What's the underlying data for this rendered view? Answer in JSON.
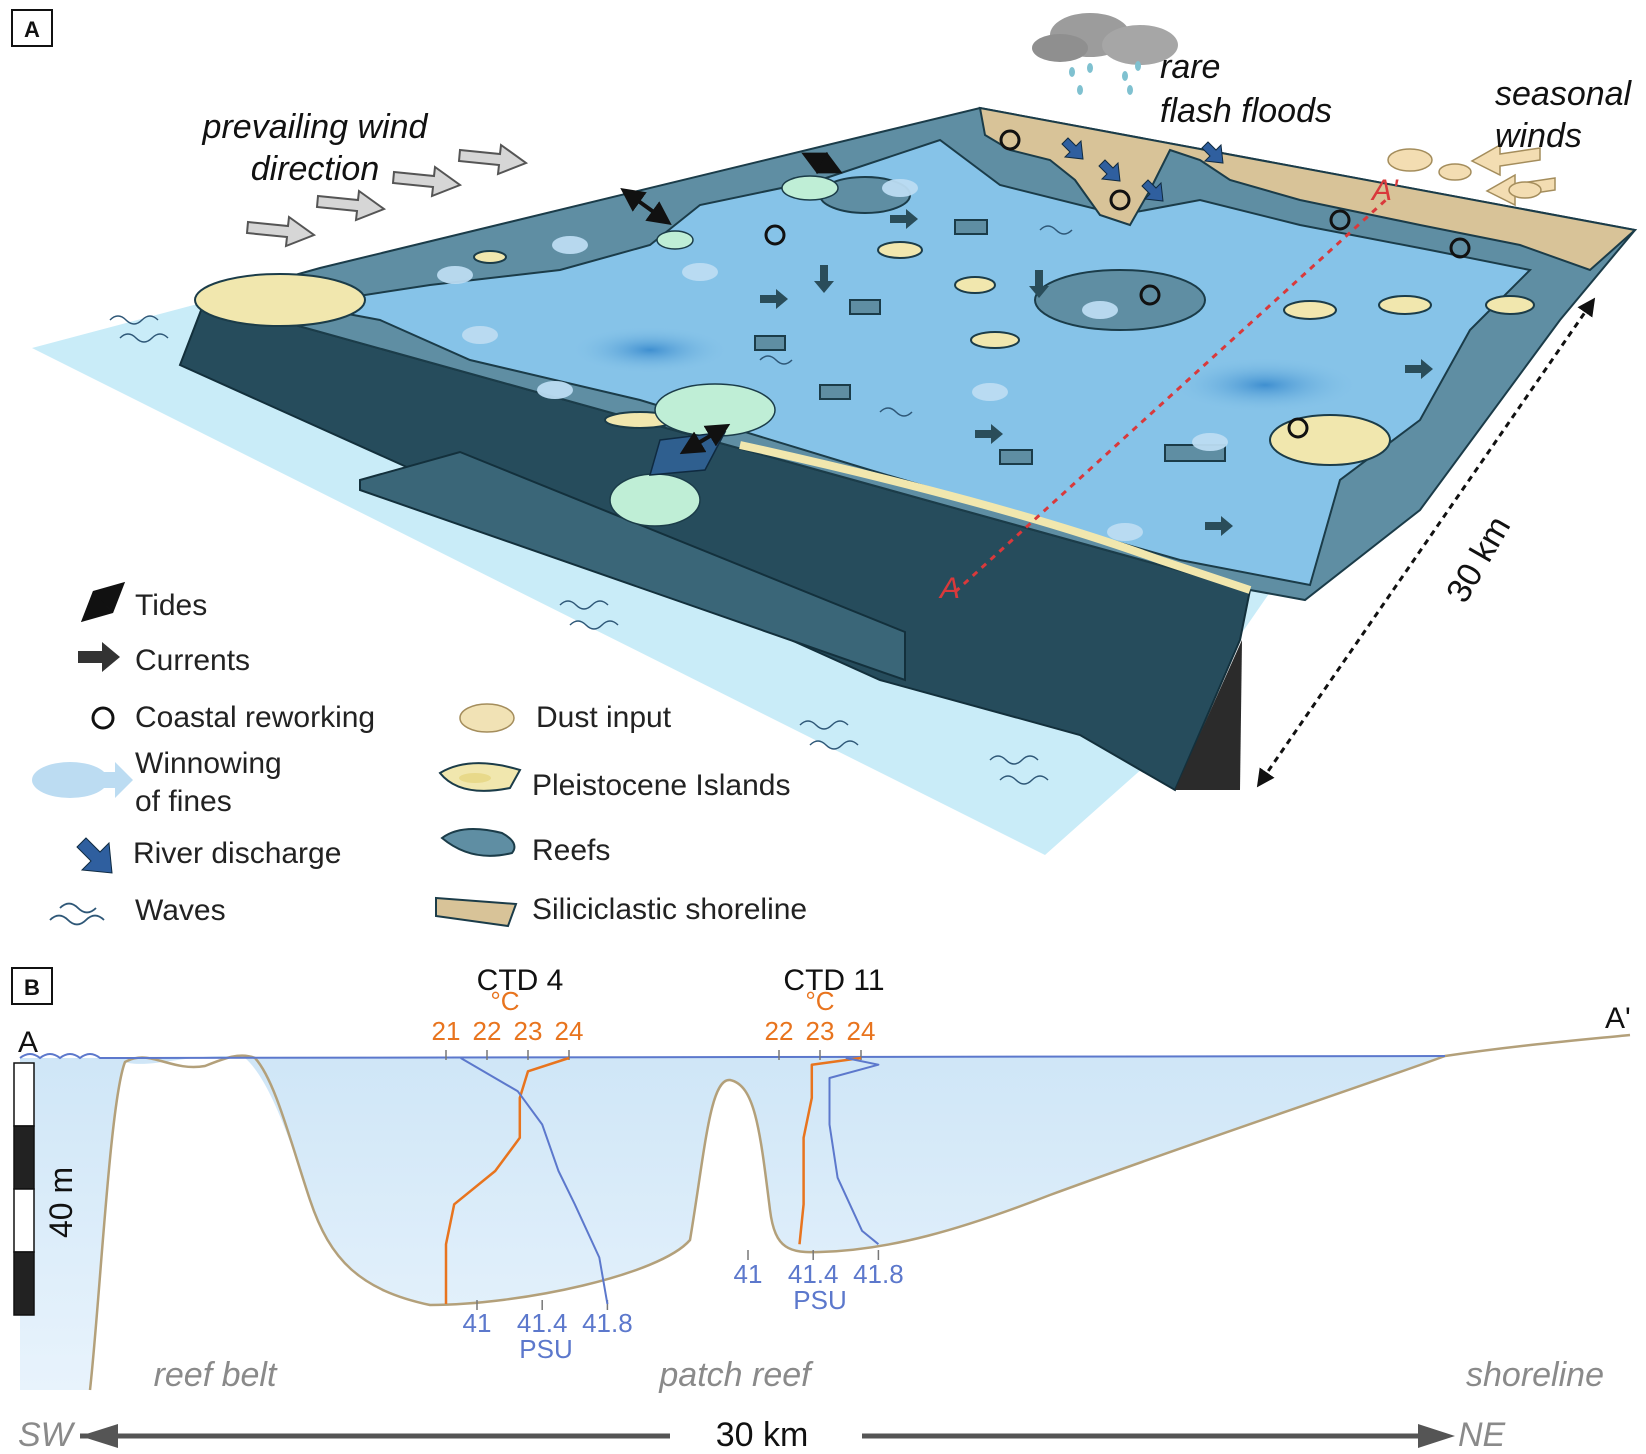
{
  "panels": {
    "a": {
      "label": "A"
    },
    "b": {
      "label": "B"
    }
  },
  "block_diagram": {
    "annotations": {
      "wind": [
        "prevailing wind",
        "direction"
      ],
      "floods": [
        "rare",
        "flash floods"
      ],
      "seasonal": [
        "seasonal",
        "winds"
      ],
      "scale": "30 km",
      "section_start": "A",
      "section_end": "A'"
    },
    "legend": [
      {
        "icon": "tides-icon",
        "label": "Tides"
      },
      {
        "icon": "currents-icon",
        "label": "Currents"
      },
      {
        "icon": "coastal-reworking-icon",
        "label": "Coastal reworking"
      },
      {
        "icon": "winnowing-icon",
        "label": "Winnowing",
        "label2": "of fines"
      },
      {
        "icon": "river-discharge-icon",
        "label": "River discharge"
      },
      {
        "icon": "waves-icon",
        "label": "Waves"
      },
      {
        "icon": "dust-input-icon",
        "label": "Dust input"
      },
      {
        "icon": "pleistocene-island-icon",
        "label": "Pleistocene Islands"
      },
      {
        "icon": "reef-icon",
        "label": "Reefs"
      },
      {
        "icon": "siliciclastic-shoreline-icon",
        "label": "Siliciclastic shoreline"
      }
    ],
    "colors": {
      "lagoon": "#86c3e8",
      "open_sea": "#c7ecf8",
      "reef": "#5f8ea3",
      "reef_dark": "#264c5c",
      "island": "#f1e7ae",
      "shoreline": "#d8c398",
      "section_line": "#d9393b"
    }
  },
  "section": {
    "endpoints": {
      "left": "A",
      "right": "A'"
    },
    "depth_scale_label": "40 m",
    "profiles": [
      {
        "name": "CTD 4",
        "temperature": {
          "unit": "°C",
          "ticks": [
            "21",
            "22",
            "23",
            "24"
          ],
          "values_at_depth_m": [
            {
              "depth": 0,
              "temp": 24.0
            },
            {
              "depth": 2,
              "temp": 23.0
            },
            {
              "depth": 6,
              "temp": 22.8
            },
            {
              "depth": 12,
              "temp": 22.8
            },
            {
              "depth": 17,
              "temp": 22.2
            },
            {
              "depth": 22,
              "temp": 21.2
            },
            {
              "depth": 28,
              "temp": 21.0
            },
            {
              "depth": 37,
              "temp": 21.0
            }
          ]
        },
        "salinity": {
          "unit": "PSU",
          "ticks": [
            "41",
            "41.4",
            "41.8"
          ],
          "values_at_depth_m": [
            {
              "depth": 0,
              "psu": 40.9
            },
            {
              "depth": 5,
              "psu": 41.25
            },
            {
              "depth": 10,
              "psu": 41.4
            },
            {
              "depth": 17,
              "psu": 41.5
            },
            {
              "depth": 22,
              "psu": 41.6
            },
            {
              "depth": 30,
              "psu": 41.75
            },
            {
              "depth": 37,
              "psu": 41.8
            }
          ]
        }
      },
      {
        "name": "CTD 11",
        "temperature": {
          "unit": "°C",
          "ticks": [
            "22",
            "23",
            "24"
          ],
          "values_at_depth_m": [
            {
              "depth": 0,
              "temp": 24.0
            },
            {
              "depth": 1,
              "temp": 22.8
            },
            {
              "depth": 6,
              "temp": 22.8
            },
            {
              "depth": 12,
              "temp": 22.6
            },
            {
              "depth": 22,
              "temp": 22.6
            },
            {
              "depth": 28,
              "temp": 22.5
            }
          ]
        },
        "salinity": {
          "unit": "PSU",
          "ticks": [
            "41",
            "41.4",
            "41.8"
          ],
          "values_at_depth_m": [
            {
              "depth": 0,
              "psu": 41.6
            },
            {
              "depth": 1,
              "psu": 41.8
            },
            {
              "depth": 3,
              "psu": 41.5
            },
            {
              "depth": 10,
              "psu": 41.5
            },
            {
              "depth": 18,
              "psu": 41.55
            },
            {
              "depth": 26,
              "psu": 41.7
            },
            {
              "depth": 28,
              "psu": 41.8
            }
          ]
        }
      }
    ],
    "zone_labels": [
      "reef belt",
      "patch reef",
      "shoreline"
    ],
    "direction": {
      "left": "SW",
      "right": "NE",
      "distance": "30 km"
    },
    "colors": {
      "temperature": "#e8741e",
      "salinity": "#5c78cc",
      "water": "#ddeefa",
      "seafloor": "#b3a07a"
    }
  }
}
